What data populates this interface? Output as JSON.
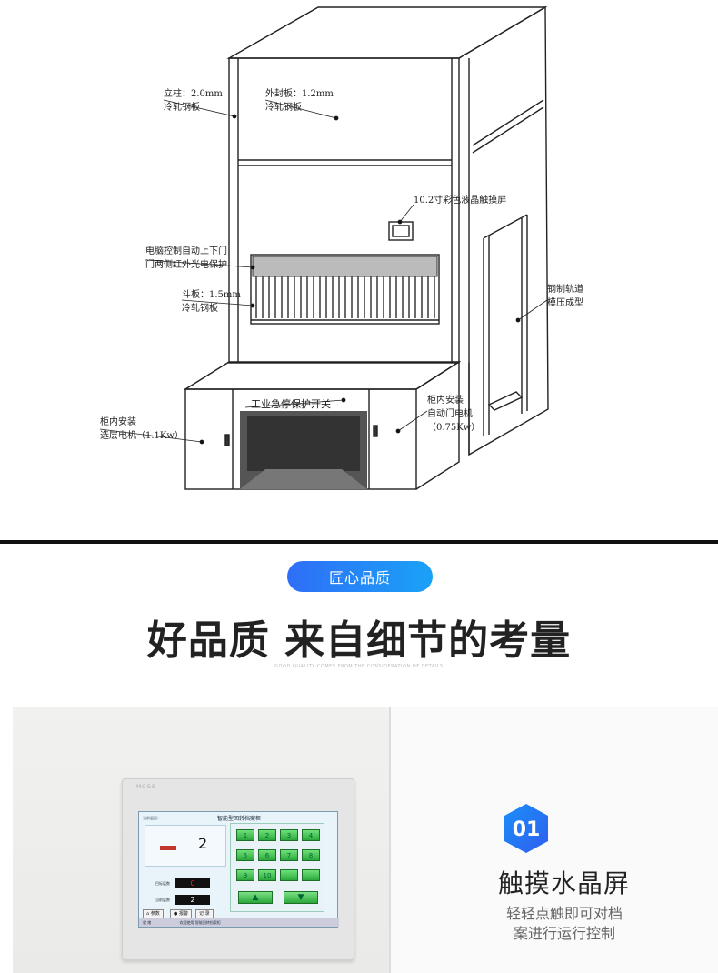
{
  "diagram": {
    "labels": {
      "column_spec": "立柱：2.0mm",
      "column_material": "冷轧钢板",
      "outer_panel_spec": "外封板：1.2mm",
      "outer_panel_material": "冷轧钢板",
      "touch_screen": "10.2寸彩色液晶触摸屏",
      "door_protection_line1": "电脑控制自动上下门",
      "door_protection_line2": "门两侧红外光电保护",
      "bucket_spec": "斗板：1.5mm",
      "bucket_material": "冷轧钢板",
      "steel_track_line1": "钢制轨道",
      "steel_track_line2": "模压成型",
      "emergency_switch": "工业急停保护开关",
      "layer_motor_line1": "柜内安装",
      "layer_motor_line2": "选层电机（1.1Kw）",
      "door_motor_line1": "柜内安装",
      "door_motor_line2": "自动门电机",
      "door_motor_line3": "（0.75Kw）"
    }
  },
  "section": {
    "pill": "匠心品质",
    "headline": "好品质 来自细节的考量",
    "subheadline": "GOOD QUALITY COMES FROM THE CONSIDERATION OF DETAILS"
  },
  "device": {
    "brand": "MCGS",
    "screen_title": "智能型回转档案柜",
    "top_left": "当前层面：",
    "floor_value": "2",
    "current_floor_label": "目标层数",
    "current_floor_value": "0",
    "target_floor_label": "当前层数",
    "target_floor_value": "2",
    "keys": [
      "1",
      "2",
      "3",
      "4",
      "5",
      "6",
      "7",
      "8",
      "9",
      "10",
      "",
      ""
    ],
    "up_arrow": "▲",
    "down_arrow": "▼",
    "btn_home": "参数",
    "btn_alarm": "报警",
    "btn_record": "记 录",
    "status_left": "就 绪",
    "status_right": "欢迎使用 智能回转档案柜"
  },
  "feature": {
    "number": "01",
    "title": "触摸水晶屏",
    "desc_line1": "轻轻点触即可对档",
    "desc_line2": "案进行运行控制"
  },
  "colors": {
    "accent_blue": "#2f6ef7",
    "key_green": "#2aa83a",
    "divider": "#111111"
  }
}
